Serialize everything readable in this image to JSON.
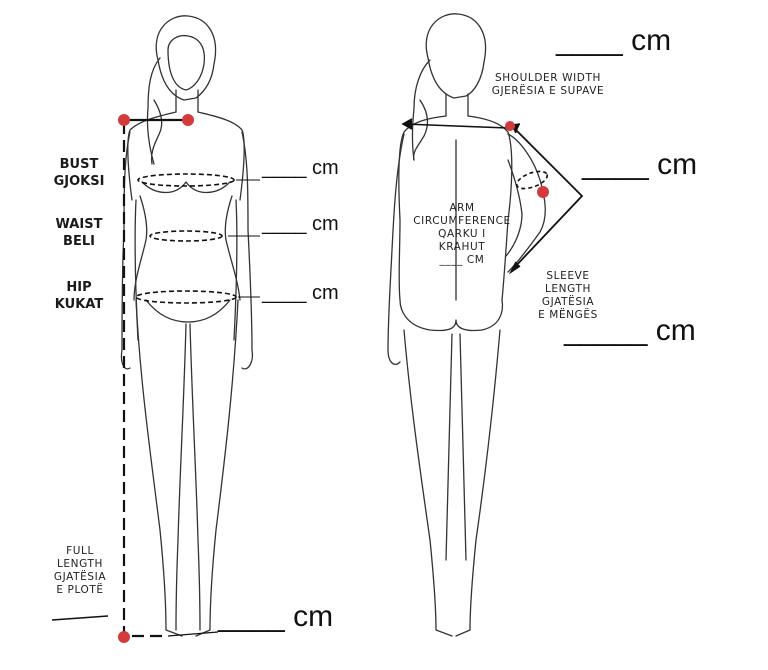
{
  "front_labels": {
    "bust": [
      "BUST",
      "GJOKSI"
    ],
    "waist": [
      "WAIST",
      "BELI"
    ],
    "hip": [
      "HIP",
      "KUKAT"
    ],
    "full_length": [
      "FULL",
      "LENGTH",
      "GJATËSIA",
      "E PLOTË"
    ]
  },
  "back_labels": {
    "shoulder_width": [
      "SHOULDER WIDTH",
      "GJERËSIA E SUPAVE"
    ],
    "arm_circumference": [
      "ARM",
      "CIRCUMFERENCE",
      "QARKU I",
      "KRAHUT",
      "____ CM"
    ],
    "sleeve_length": [
      "SLEEVE",
      "LENGTH",
      "GJATËSIA",
      "E MËNGËS"
    ]
  },
  "blanks": {
    "bust": "____ cm",
    "waist": "____ cm",
    "hip": "____ cm",
    "full_length": "____ cm",
    "shoulder_width": "____ cm",
    "arm_circumference": "____ cm",
    "sleeve_length": "_____ cm"
  },
  "colors": {
    "marker": "#d33b3b",
    "line": "#111111",
    "figure_stroke": "#333333"
  }
}
